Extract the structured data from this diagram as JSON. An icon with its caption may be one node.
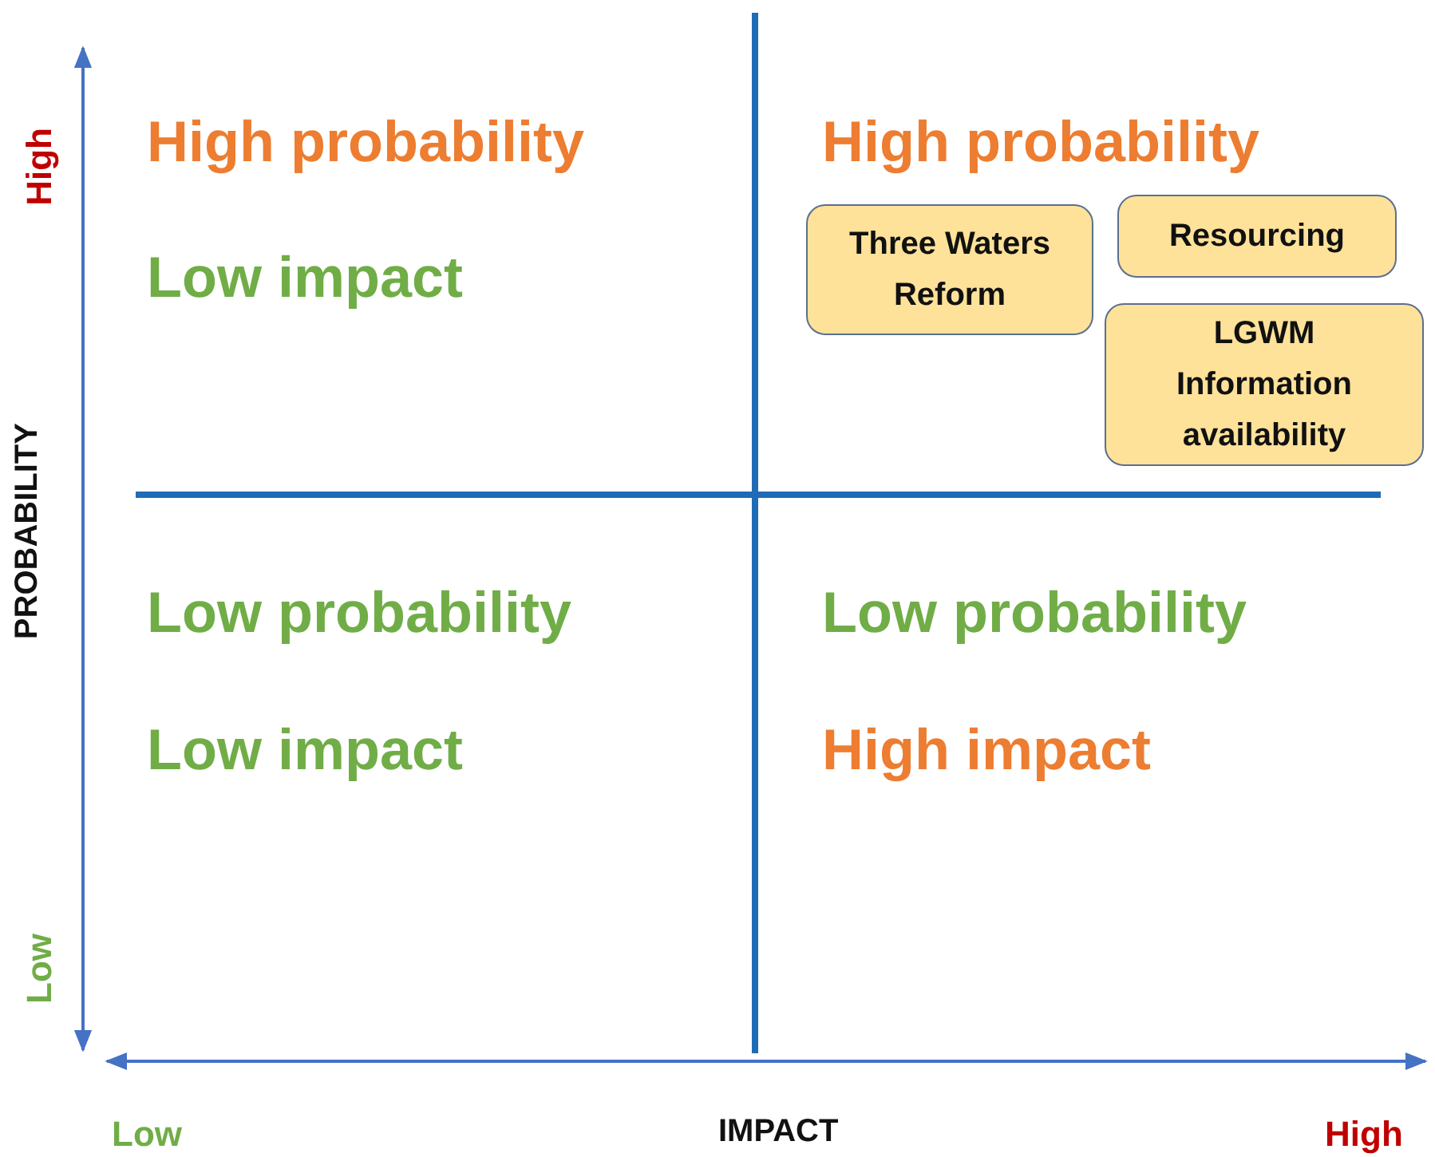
{
  "diagram": {
    "nodes": [
      {
        "text": [
          "Resourcing"
        ]
      },
      {
        "text": [
          "Three Waters Reform"
        ]
      },
      {
        "text": [
          "LGWM Information availability"
        ]
      }
    ],
    "labels": [
      "High",
      "High probability",
      "High probability",
      "Low impact",
      "PROBABILITY",
      "Low probability",
      "Low probability",
      "Low impact",
      "High impact",
      "Low",
      "Low",
      "IMPACT",
      "High"
    ]
  }
}
